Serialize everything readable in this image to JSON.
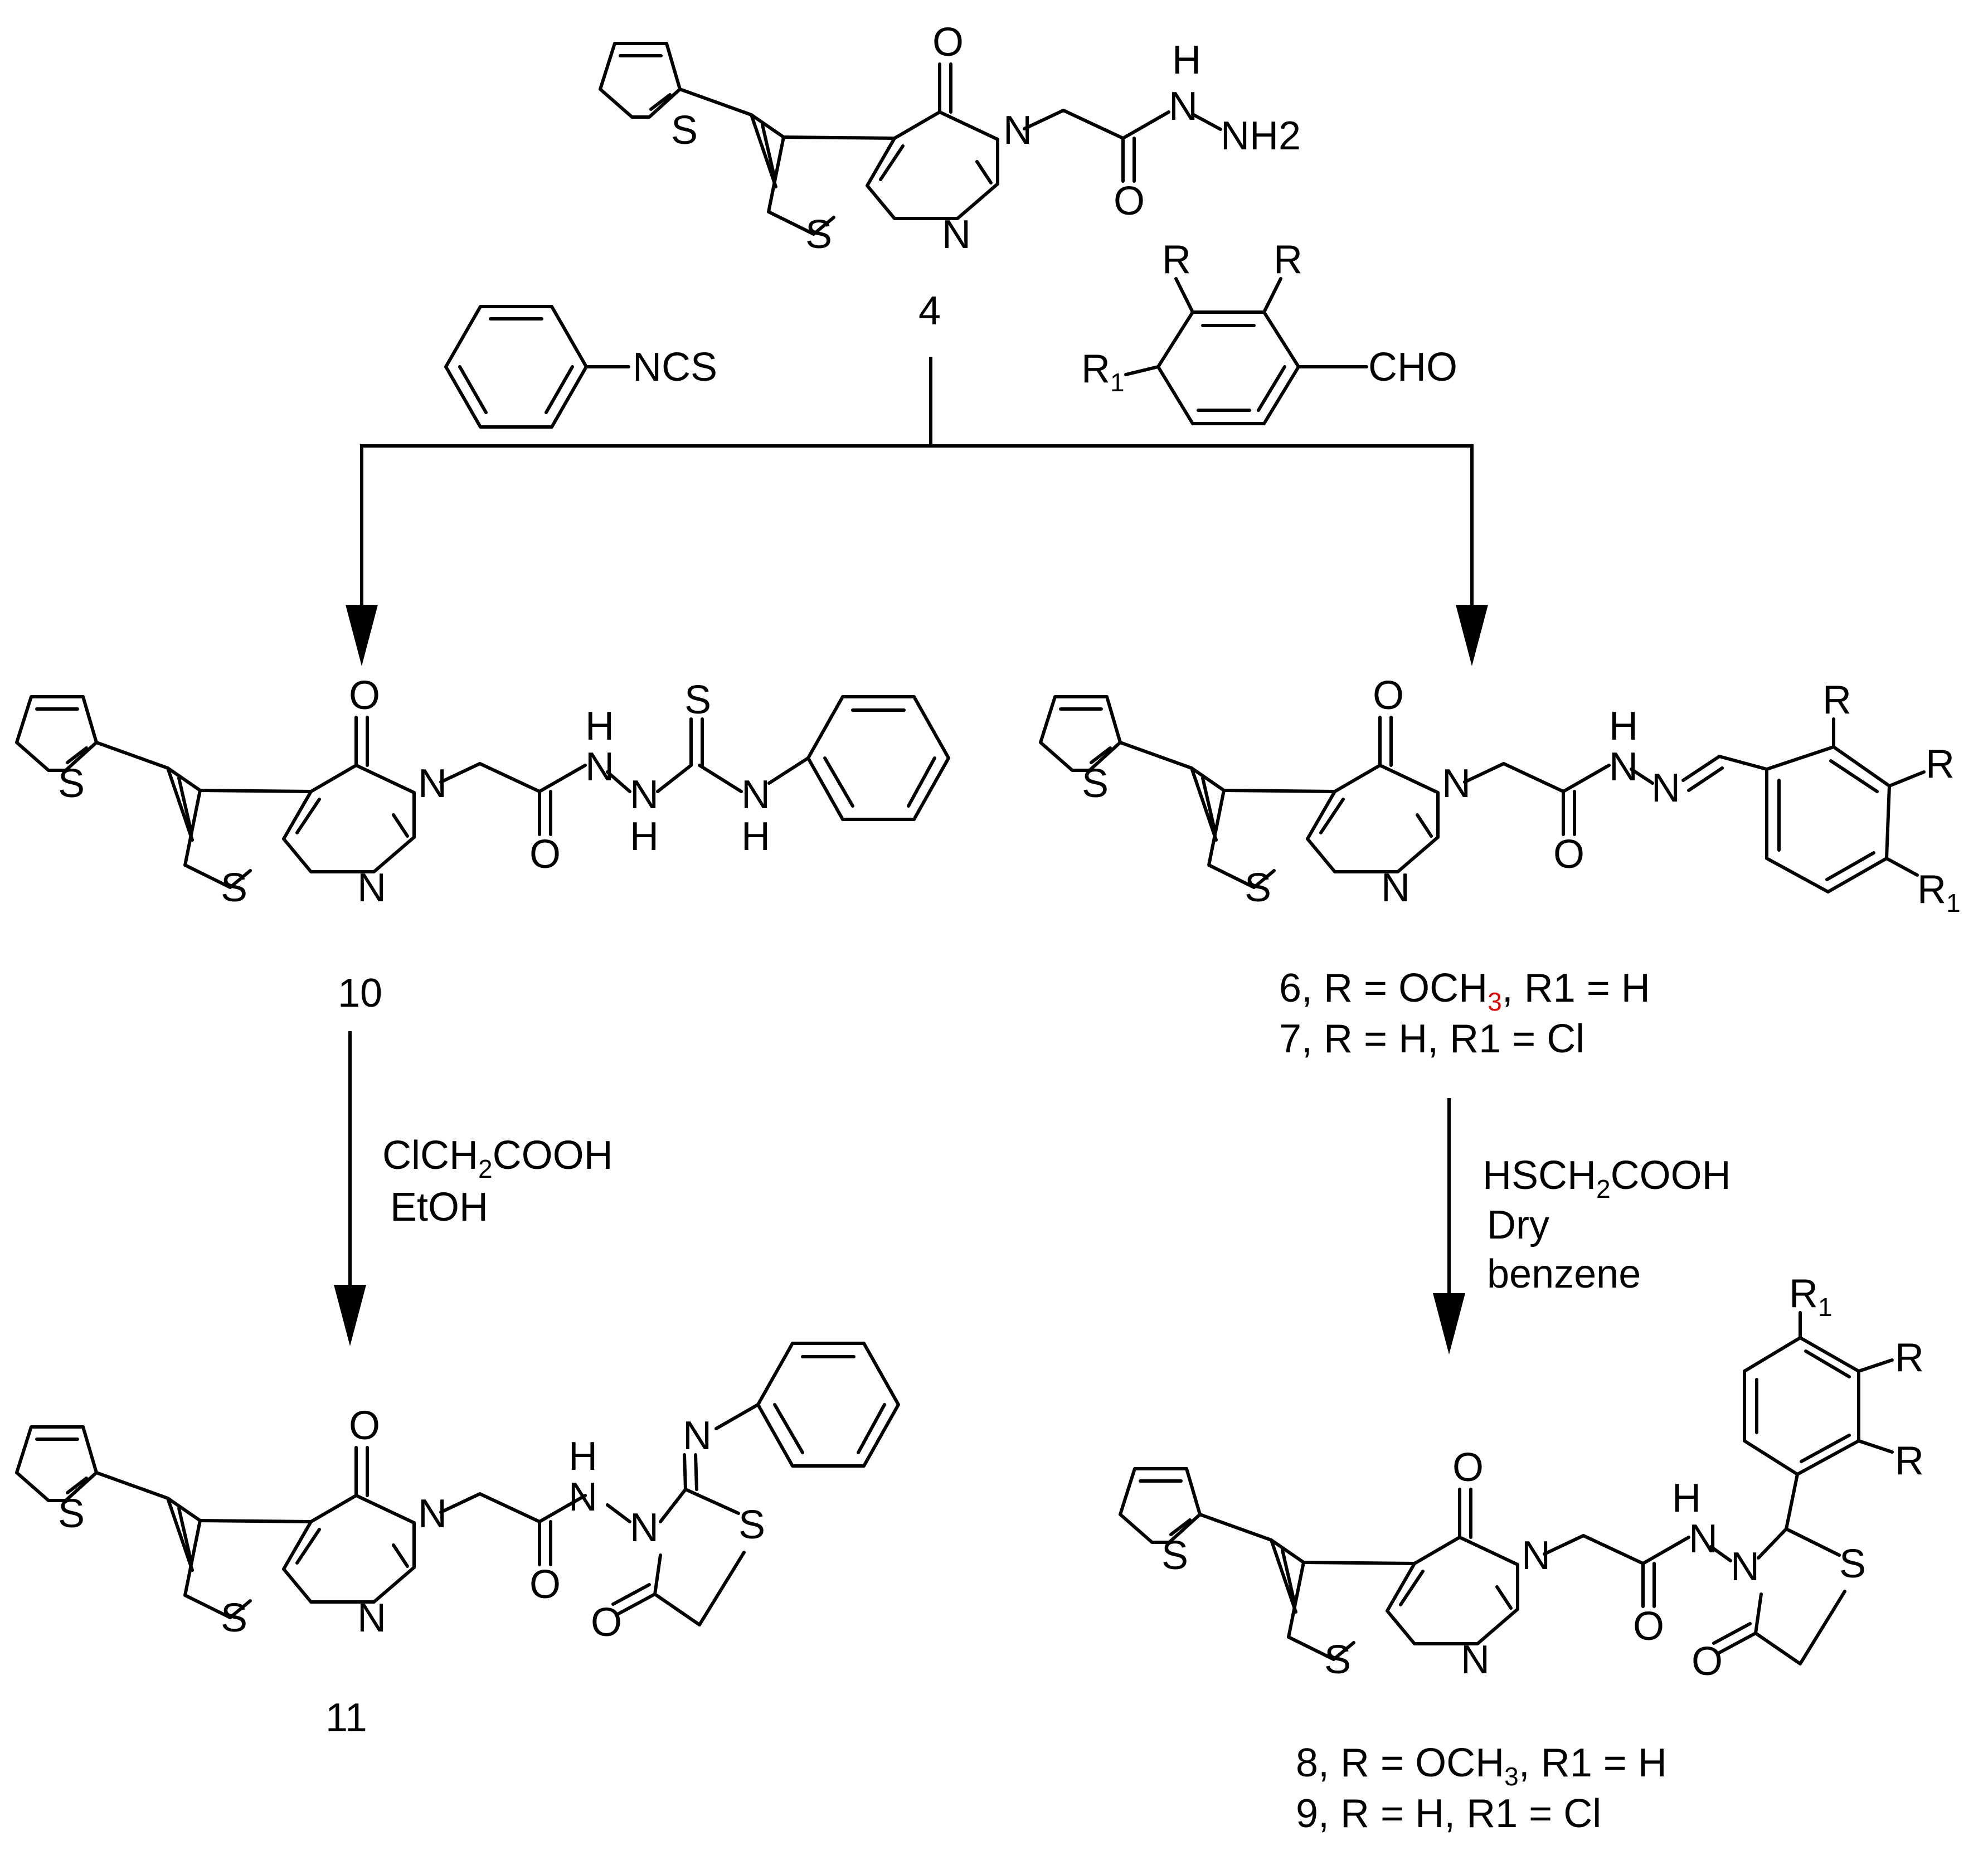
{
  "compounds": {
    "c4": {
      "number": "4"
    },
    "c10": {
      "number": "10"
    },
    "c11": {
      "number": "11"
    },
    "c6_7": {
      "line1": "6, R = OCH3, R1 = H",
      "line2": "7, R = H, R1 = Cl"
    },
    "c8_9": {
      "line1": "8, R = OCH3, R1 = H",
      "line2": "9, R = H, R1 = Cl"
    }
  },
  "reagents": {
    "isothiocyanate": "NCS",
    "aldehyde": {
      "group": "CHO",
      "r": "R",
      "r1": "R1"
    },
    "step_left": {
      "line1": "ClCH2COOH",
      "line2": "EtOH"
    },
    "step_right": {
      "line1": "HSCH2COOH",
      "line2": "Dry",
      "line3": "benzene"
    }
  },
  "atoms": {
    "o": "O",
    "n": "N",
    "s": "S",
    "h": "H",
    "nh2": "NH2",
    "r": "R",
    "r1": "R1"
  },
  "colors": {
    "highlight": "#e00000"
  }
}
